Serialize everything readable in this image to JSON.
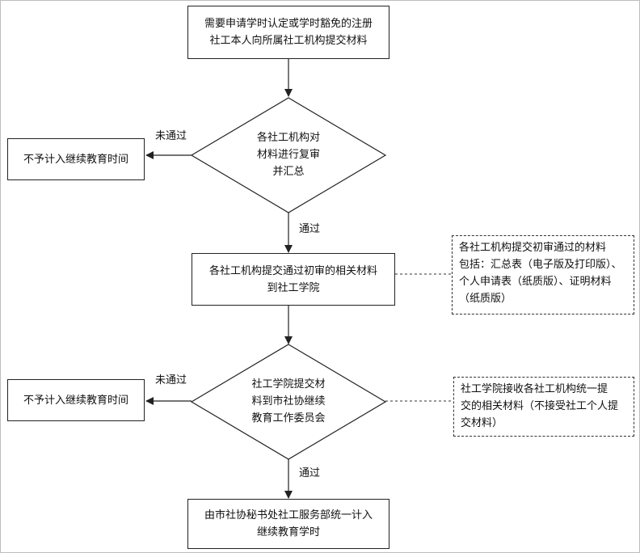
{
  "steps": {
    "start": [
      "需要申请学时认定或学时豁免的注册",
      "社工本人向所属社工机构提交材料"
    ],
    "review1": [
      "各社工机构对",
      "材料进行复审",
      "并汇总"
    ],
    "submit": [
      "各社工机构提交通过初审的相关材料",
      "到社工学院"
    ],
    "review2": [
      "社工学院提交材",
      "料到市社协继续",
      "教育工作委员会"
    ],
    "end": [
      "由市社协秘书处社工服务部统一计入",
      "继续教育学时"
    ]
  },
  "rejects": {
    "reject1": "不予计入继续教育时间",
    "reject2": "不予计入继续教育时间"
  },
  "labels": {
    "fail1": "未通过",
    "pass1": "通过",
    "fail2": "未通过",
    "pass2": "通过"
  },
  "notes": {
    "note1": [
      "各社工机构提交初审通过的材料",
      "包括：汇总表（电子版及打印版）、",
      "个人申请表（纸质版）、证明材料",
      "（纸质版）"
    ],
    "note2": [
      "社工学院接收各社工机构统一提",
      "交的相关材料（不接受社工个人提",
      "交材料）"
    ]
  }
}
